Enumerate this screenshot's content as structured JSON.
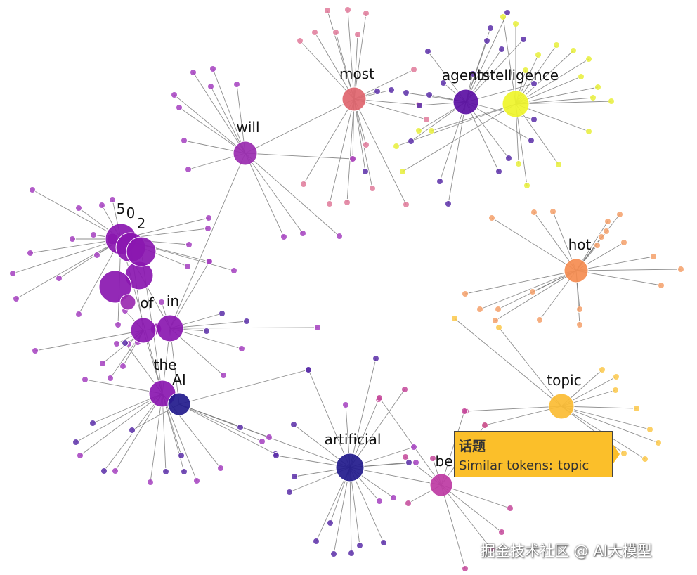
{
  "graph": {
    "hubs": [
      {
        "id": "most",
        "label": "most",
        "color": "#e0656e"
      },
      {
        "id": "agents",
        "label": "agents",
        "color": "#5b0fa3"
      },
      {
        "id": "intelligence",
        "label": "intelligence",
        "color": "#eff52a"
      },
      {
        "id": "will",
        "label": "will",
        "color": "#9a2bb0"
      },
      {
        "id": "five",
        "label": "5",
        "color": "#8a17b0"
      },
      {
        "id": "zero",
        "label": "0",
        "color": "#8a17b0"
      },
      {
        "id": "two",
        "label": "2",
        "color": "#8a17b0"
      },
      {
        "id": "of",
        "label": "of",
        "color": "#8a17b0"
      },
      {
        "id": "in",
        "label": "in",
        "color": "#8a17b0"
      },
      {
        "id": "the",
        "label": "the",
        "color": "#8a17b0"
      },
      {
        "id": "AI",
        "label": "AI",
        "color": "#221a8c"
      },
      {
        "id": "hot",
        "label": "hot",
        "color": "#f58c50"
      },
      {
        "id": "topic",
        "label": "topic",
        "color": "#fbbc33"
      },
      {
        "id": "artificial",
        "label": "artificial",
        "color": "#221a8c"
      },
      {
        "id": "be",
        "label": "be",
        "color": "#bd3aa3"
      }
    ]
  },
  "tooltip": {
    "title": "话题",
    "prefix": "Similar tokens:",
    "value": "topic",
    "background": "#fbbf2a"
  },
  "watermark": "掘金技术社区 @ AI大模型"
}
